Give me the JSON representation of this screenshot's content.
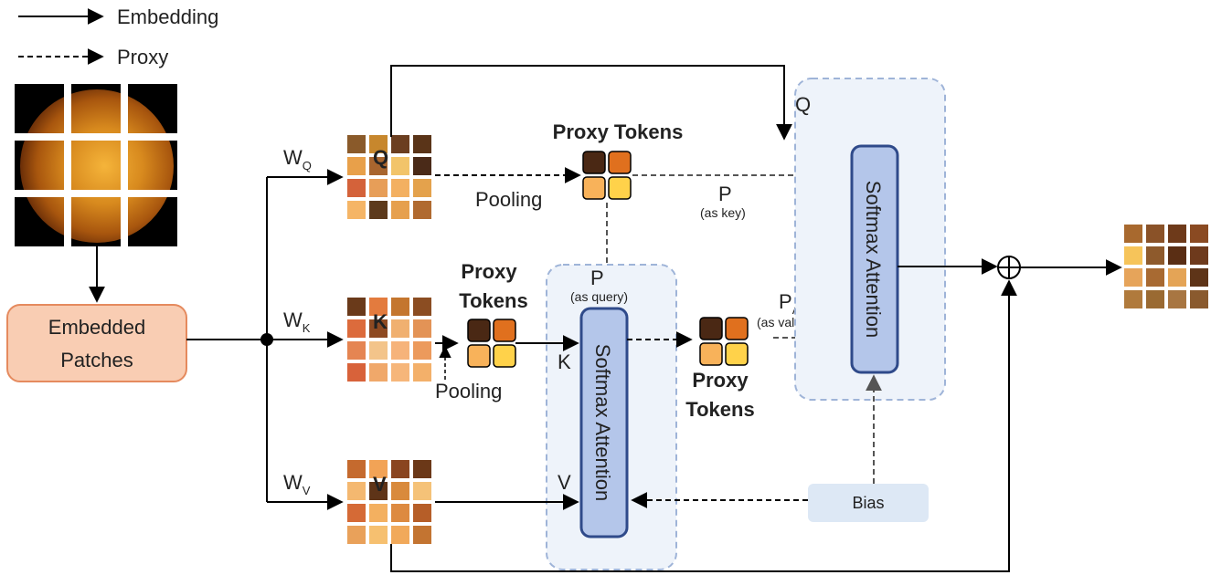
{
  "legend": {
    "embedding_label": "Embedding",
    "proxy_label": "Proxy"
  },
  "input": {
    "embedded_patches": [
      "Embedded",
      "Patches"
    ]
  },
  "weights": {
    "wq": "W",
    "wq_sub": "Q",
    "wk": "W",
    "wk_sub": "K",
    "wv": "W",
    "wv_sub": "V"
  },
  "matrices": {
    "q": "Q",
    "k": "K",
    "v": "V"
  },
  "proxy_tokens": {
    "top": "Proxy Tokens",
    "mid": [
      "Proxy",
      "Tokens"
    ],
    "bottom": [
      "Proxy",
      "Tokens"
    ]
  },
  "pooling": {
    "top": "Pooling",
    "mid": "Pooling"
  },
  "attention": {
    "left": "Softmax Attention",
    "right": "Softmax Attention"
  },
  "edge_labels": {
    "p_key": "P",
    "p_key_note": "(as key)",
    "p_query": "P",
    "p_query_note": "(as query)",
    "pa": "P",
    "pa_sub": "A",
    "pa_note": "(as value)",
    "k_in": "K",
    "v_in": "V",
    "q_in": "Q"
  },
  "bias": "Bias",
  "sum_symbol": "⊕",
  "colors": {
    "embedded_fill": "#f9cdb3",
    "embedded_stroke": "#e58a5e",
    "attn_fill": "#b4c6ea",
    "attn_stroke": "#2f4a8a",
    "region_fill": "#eef3fa",
    "region_stroke": "#9fb4d8",
    "bias_fill": "#dde8f5"
  }
}
